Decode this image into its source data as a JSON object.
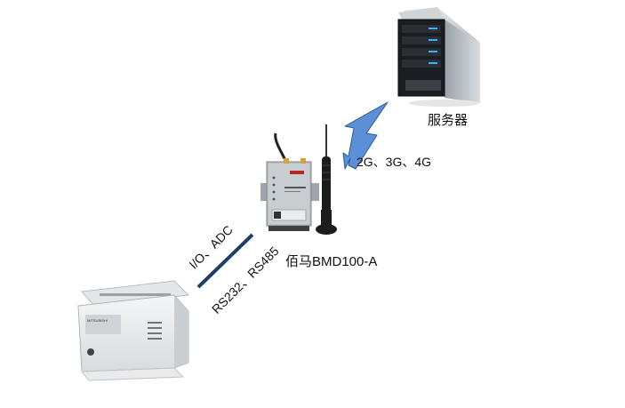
{
  "labels": {
    "server": "服务器",
    "network": "2G、3G、4G",
    "device": "佰马BMD100-A",
    "io": "I/O、ADC",
    "serial": "RS232、RS485"
  },
  "plc_brand": "MITSUBISHI",
  "colors": {
    "link_line": "#1f3d66",
    "bolt_fill": "#5b8fd6",
    "bolt_stroke": "#2c5a9a",
    "server_led": "#3ab0ff"
  }
}
